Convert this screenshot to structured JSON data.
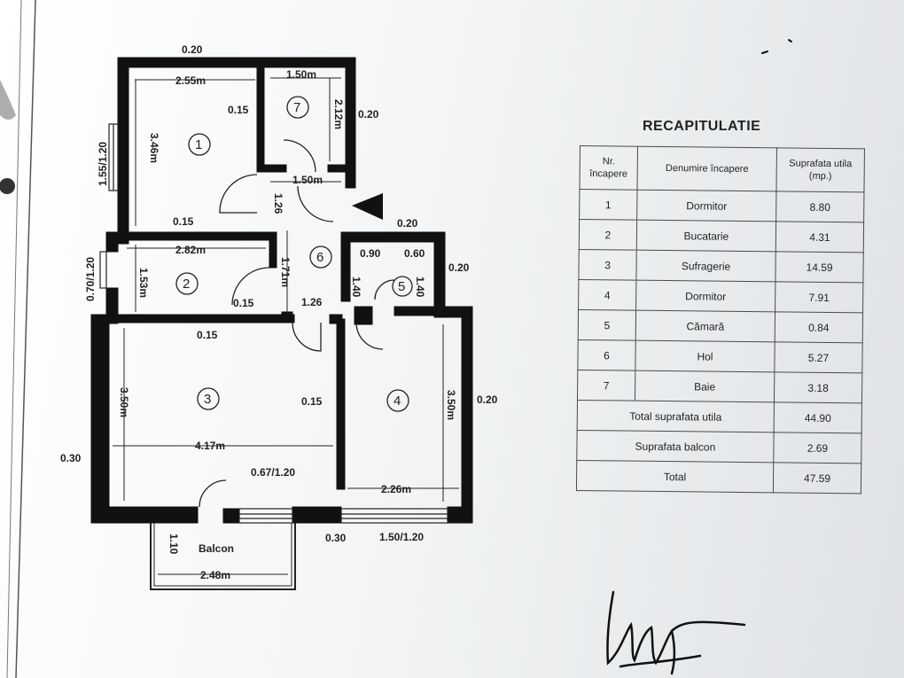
{
  "plan": {
    "rooms": [
      {
        "number": "1"
      },
      {
        "number": "2"
      },
      {
        "number": "3"
      },
      {
        "number": "4"
      },
      {
        "number": "5"
      },
      {
        "number": "6"
      },
      {
        "number": "7"
      }
    ],
    "dims": {
      "top_wall": "0.20",
      "r1_width": "2.55m",
      "r1_height": "3.46m",
      "r1_window": "1.55/1.20",
      "r1_partition": "0.15",
      "r7_top": "1.50m",
      "r7_height": "2.12m",
      "r7_bottom": "1.50m",
      "r7_wall": "0.15",
      "r7_right": "0.20",
      "hall_126a": "1.26",
      "r1_bottom_wall": "0.15",
      "r2_width": "2.82m",
      "r2_height": "1.53m",
      "r2_window": "0.70/1.20",
      "r2_partition": "0.15",
      "hall_171": "1.71m",
      "hall_126b": "1.26",
      "r5_top_wall": "0.20",
      "r5_090": "0.90",
      "r5_060": "0.60",
      "r5_140a": "1.40",
      "r5_140b": "1.40",
      "r5_right": "0.20",
      "r3_top_wall": "0.15",
      "r3_height": "3.50m",
      "r3_width": "4.17m",
      "r3_left": "0.30",
      "r3_door": "0.67/1.20",
      "r34_wall": "0.15",
      "r4_height": "3.50m",
      "r4_right": "0.20",
      "r4_width": "2.26m",
      "bottom_wall": "0.30",
      "r4_window": "1.50/1.20",
      "balcony_depth": "1.10",
      "balcony_width": "2.48m",
      "balcony_label": "Balcon"
    }
  },
  "recap": {
    "title": "RECAPITULATIE",
    "headers": {
      "nr": "Nr. încapere",
      "name": "Denumire încapere",
      "area": "Suprafata utila (mp.)"
    },
    "rows": [
      {
        "nr": "1",
        "name": "Dormitor",
        "area": "8.80"
      },
      {
        "nr": "2",
        "name": "Bucatarie",
        "area": "4.31"
      },
      {
        "nr": "3",
        "name": "Sufragerie",
        "area": "14.59"
      },
      {
        "nr": "4",
        "name": "Dormitor",
        "area": "7.91"
      },
      {
        "nr": "5",
        "name": "Cămară",
        "area": "0.84"
      },
      {
        "nr": "6",
        "name": "Hol",
        "area": "5.27"
      },
      {
        "nr": "7",
        "name": "Baie",
        "area": "3.18"
      }
    ],
    "total_useful_label": "Total suprafata utila",
    "total_useful_value": "44.90",
    "balcony_label": "Suprafata balcon",
    "balcony_value": "2.69",
    "total_label": "Total",
    "total_value": "47.59"
  },
  "colors": {
    "ink": "#1c1c1c",
    "paper": "#f3f5f6"
  }
}
